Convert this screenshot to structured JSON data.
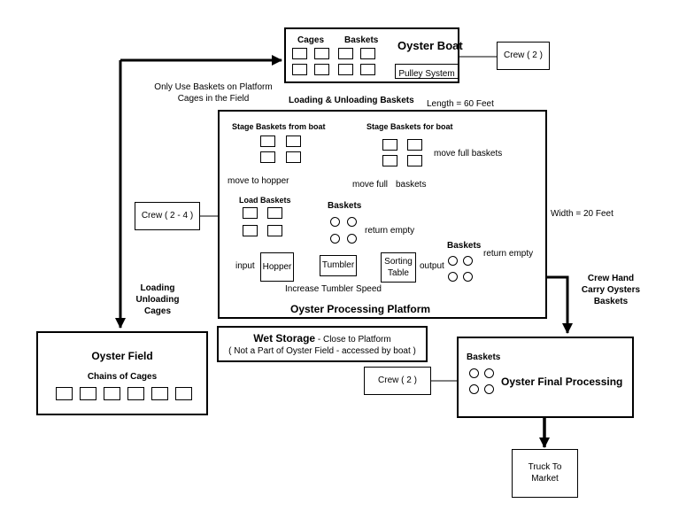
{
  "boat": {
    "title": "Oyster Boat",
    "cages_label": "Cages",
    "baskets_label": "Baskets",
    "pulley": "Pulley System"
  },
  "crew_boat": "Crew ( 2 )",
  "platform_note": {
    "line1": "Only Use Baskets on Platform",
    "line2": "Cages in the Field"
  },
  "loading_unloading_baskets": "Loading & Unloading Baskets",
  "length": "Length = 60 Feet",
  "width": "Width = 20 Feet",
  "platform": {
    "title": "Oyster Processing Platform",
    "stage_from_boat": "Stage Baskets from boat",
    "stage_for_boat": "Stage Baskets for boat",
    "move_to_hopper": "move to hopper",
    "load_baskets": "Load Baskets",
    "baskets_mid": "Baskets",
    "return_empty_mid": "return empty",
    "move_full": "move full",
    "baskets_word": "baskets",
    "move_full_baskets": "move full baskets",
    "baskets_right": "Baskets",
    "return_empty_right": "return empty",
    "input": "input",
    "hopper": "Hopper",
    "tumbler": "Tumbler",
    "sorting_line1": "Sorting",
    "sorting_line2": "Table",
    "output": "output",
    "increase_speed": "Increase Tumbler Speed"
  },
  "crew_platform": "Crew ( 2 - 4 )",
  "loading_cages": {
    "line1": "Loading",
    "line2": "Unloading",
    "line3": "Cages"
  },
  "field": {
    "title": "Oyster Field",
    "chains": "Chains of Cages"
  },
  "wet_storage": {
    "bold": "Wet Storage",
    "rest": " - Close to Platform",
    "line2": "( Not a Part of Oyster Field - accessed by boat )"
  },
  "crew_hand": {
    "line1": "Crew Hand",
    "line2": "Carry Oysters",
    "line3": "Baskets"
  },
  "final": {
    "baskets_label": "Baskets",
    "title": "Oyster Final Processing"
  },
  "crew_final": "Crew ( 2 )",
  "truck": {
    "line1": "Truck To",
    "line2": "Market"
  }
}
